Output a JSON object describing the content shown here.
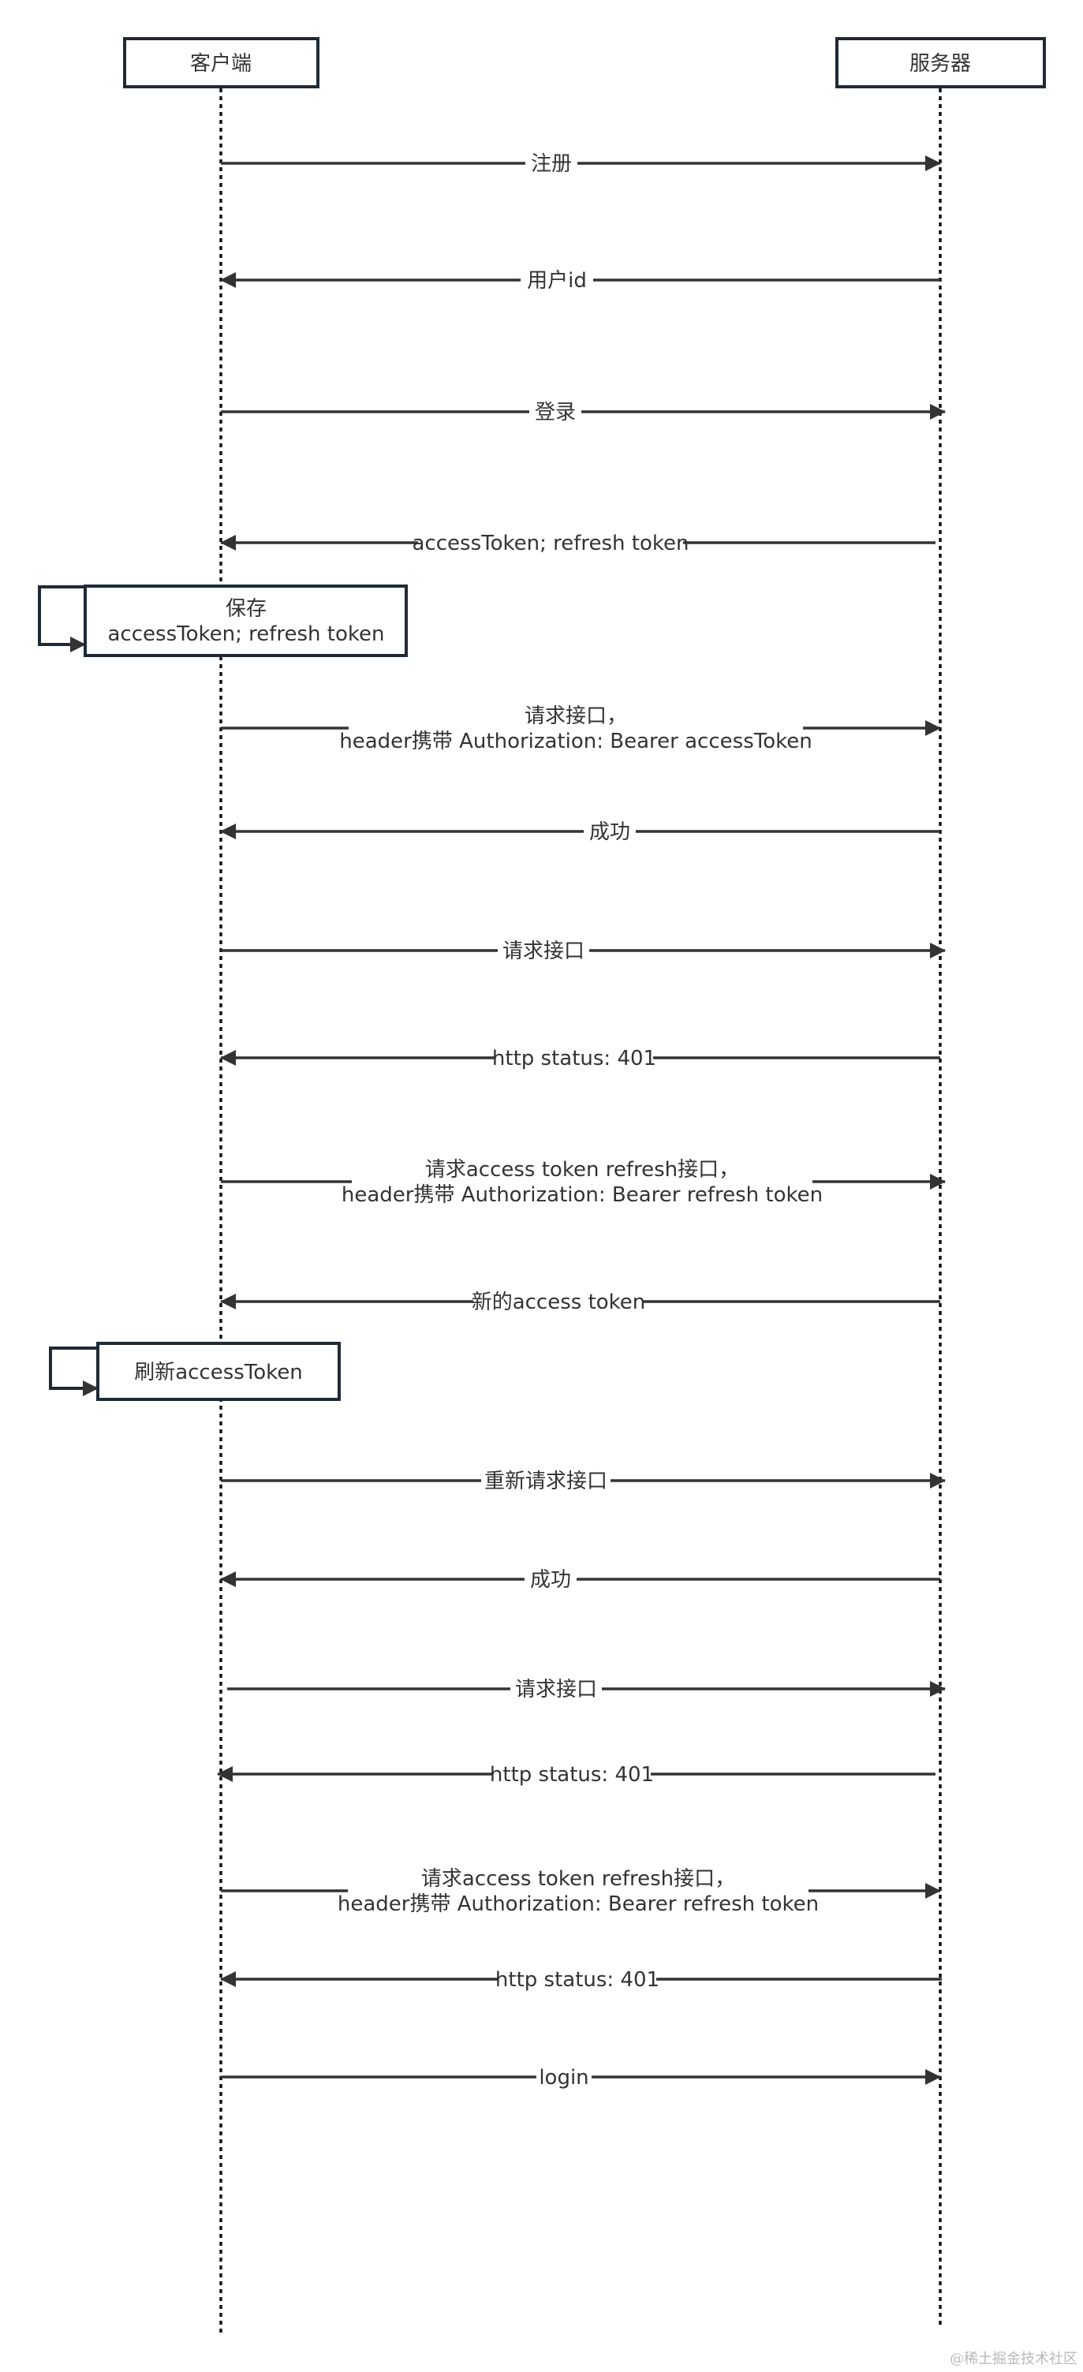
{
  "actors": {
    "client": "客户端",
    "server": "服务器"
  },
  "messages": [
    {
      "direction": "right",
      "lines": [
        "注册"
      ]
    },
    {
      "direction": "left",
      "lines": [
        "用户id"
      ]
    },
    {
      "direction": "right",
      "lines": [
        "登录"
      ]
    },
    {
      "direction": "left",
      "lines": [
        "accessToken; refresh token"
      ]
    },
    {
      "direction": "right",
      "lines": [
        "请求接口，",
        "header携带 Authorization: Bearer accessToken"
      ]
    },
    {
      "direction": "left",
      "lines": [
        "成功"
      ]
    },
    {
      "direction": "right",
      "lines": [
        "请求接口"
      ]
    },
    {
      "direction": "left",
      "lines": [
        "http status: 401"
      ]
    },
    {
      "direction": "right",
      "lines": [
        "请求access token refresh接口，",
        "header携带 Authorization: Bearer refresh token"
      ]
    },
    {
      "direction": "left",
      "lines": [
        "新的access token"
      ]
    },
    {
      "direction": "right",
      "lines": [
        "重新请求接口"
      ]
    },
    {
      "direction": "left",
      "lines": [
        "成功"
      ]
    },
    {
      "direction": "right",
      "lines": [
        "请求接口"
      ]
    },
    {
      "direction": "left",
      "lines": [
        "http status: 401"
      ]
    },
    {
      "direction": "right",
      "lines": [
        "请求access token refresh接口，",
        "header携带 Authorization: Bearer refresh token"
      ]
    },
    {
      "direction": "left",
      "lines": [
        "http status: 401"
      ]
    },
    {
      "direction": "right",
      "lines": [
        "login"
      ]
    }
  ],
  "notes": [
    {
      "lines": [
        "保存",
        "accessToken; refresh token"
      ]
    },
    {
      "lines": [
        "刷新accessToken"
      ]
    }
  ],
  "watermark": "@稀土掘金技术社区",
  "colors": {
    "stroke": "#333333",
    "box_border": "#1f2a35",
    "background": "#ffffff"
  }
}
